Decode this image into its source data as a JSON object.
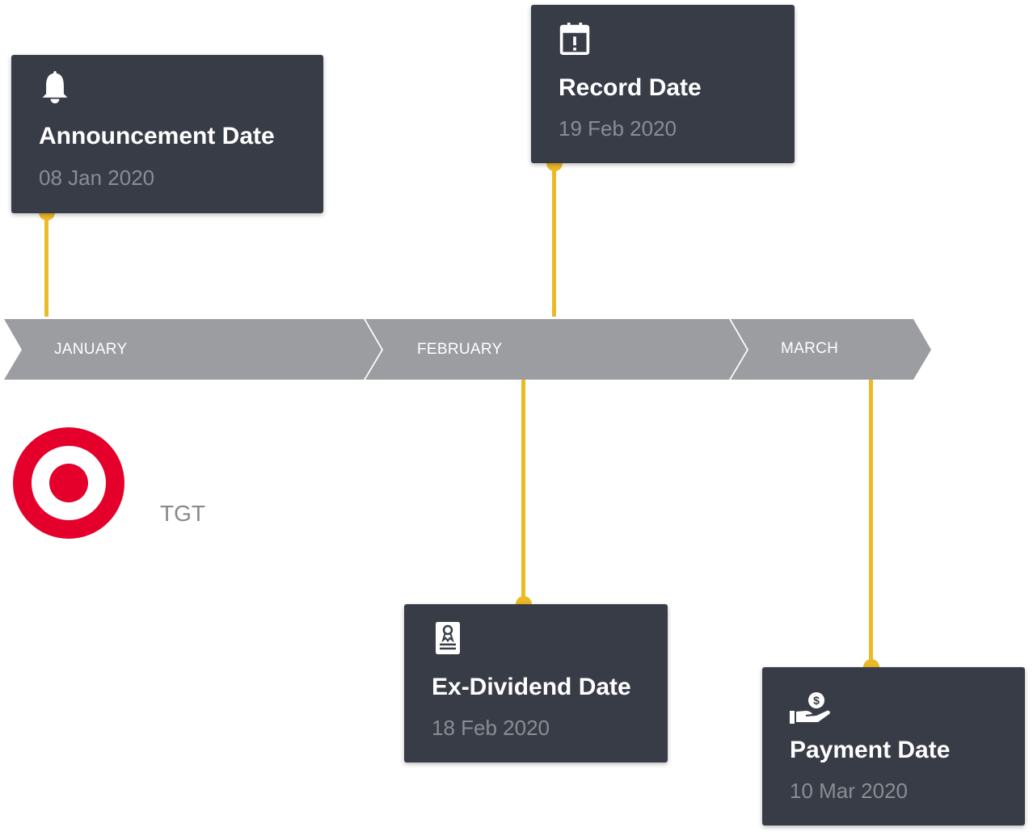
{
  "months": [
    "JANUARY",
    "FEBRUARY",
    "MARCH"
  ],
  "events": [
    {
      "title": "Announcement Date",
      "date": "08 Jan 2020",
      "icon": "bell-icon"
    },
    {
      "title": "Record Date",
      "date": "19 Feb 2020",
      "icon": "calendar-alert-icon"
    },
    {
      "title": "Ex-Dividend Date",
      "date": "18 Feb 2020",
      "icon": "certificate-icon"
    },
    {
      "title": "Payment Date",
      "date": "10 Mar 2020",
      "icon": "hand-dollar-icon"
    }
  ],
  "company": {
    "ticker": "TGT",
    "logo": "target-logo"
  },
  "colors": {
    "card_bg": "#383c47",
    "accent": "#ecb927",
    "timeline": "#9c9da1",
    "brand_red": "#e4002b"
  }
}
